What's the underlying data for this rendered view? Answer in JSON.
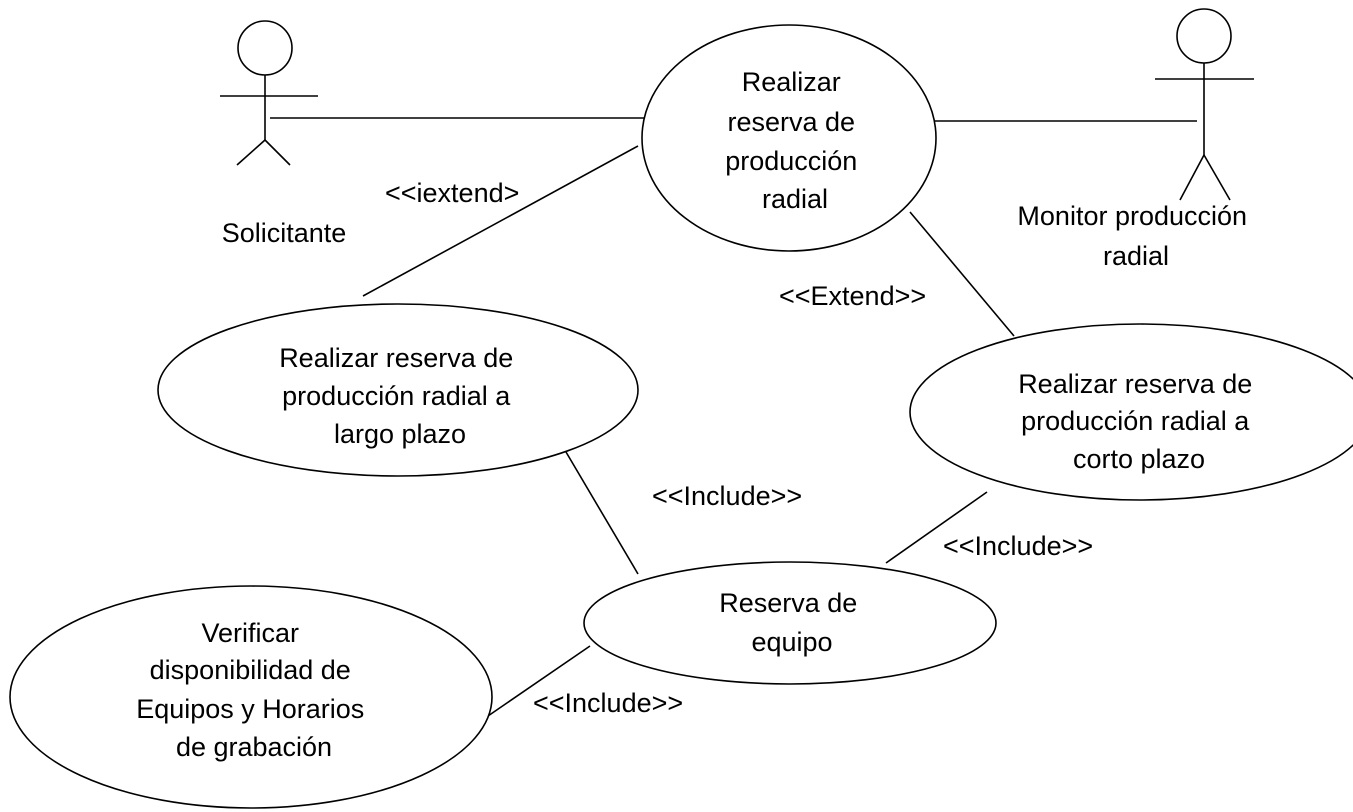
{
  "actors": {
    "solicitante": {
      "label": "Solicitante"
    },
    "monitor": {
      "label_lines": [
        "Monitor producción",
        "radial"
      ]
    }
  },
  "use_cases": {
    "realizar_reserva": {
      "lines": [
        "Realizar",
        "reserva de",
        "producción",
        "radial"
      ]
    },
    "largo_plazo": {
      "lines": [
        "Realizar reserva de",
        "producción radial a",
        "largo plazo"
      ]
    },
    "corto_plazo": {
      "lines": [
        "Realizar reserva de",
        "producción radial a",
        "corto plazo"
      ]
    },
    "reserva_equipo": {
      "lines": [
        "Reserva de",
        "equipo"
      ]
    },
    "verificar": {
      "lines": [
        "Verificar",
        "disponibilidad de",
        "Equipos y Horarios",
        "de grabación"
      ]
    }
  },
  "relations": {
    "iextend": "<<iextend>",
    "extend": "<<Extend>>",
    "include_largo": "<<Include>>",
    "include_corto": "<<Include>>",
    "include_verificar": "<<Include>>"
  }
}
